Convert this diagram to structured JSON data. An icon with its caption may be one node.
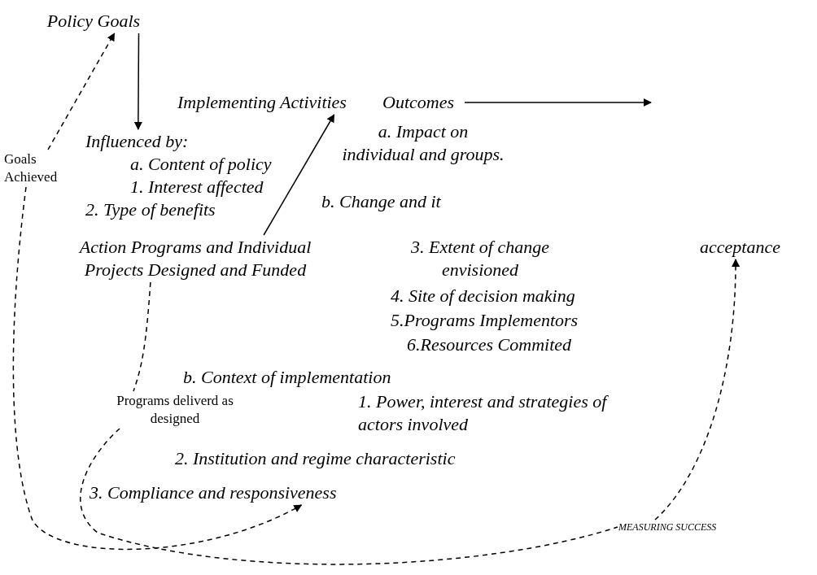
{
  "diagram": {
    "nodes": [
      {
        "text": [
          "Policy Goals"
        ]
      },
      {
        "text": [
          "Goals Achieved"
        ]
      },
      {
        "text": [
          "Influenced by:",
          "a. Content of policy",
          "1. Interest affected",
          "2. Type of benefits"
        ]
      },
      {
        "text": [
          "Implementing Activities"
        ]
      },
      {
        "text": [
          "Outcomes"
        ]
      },
      {
        "text": [
          "Action Programs and Individual Projects Designed and Funded"
        ]
      },
      {
        "text": [
          "acceptance"
        ]
      },
      {
        "text": [
          "Programs deliverd as designed"
        ]
      },
      {
        "text": [
          "3. Compliance and responsiveness"
        ]
      },
      {
        "text": [
          "MEASURING SUCCESS"
        ]
      }
    ],
    "edges": [
      {
        "from": 0,
        "to": 2,
        "arrow": "to"
      },
      {
        "from": 5,
        "to": 3,
        "arrow": "to"
      },
      {
        "from": 4,
        "to": null,
        "arrow": "to"
      },
      {
        "from": 1,
        "to": 0,
        "arrow": "to",
        "style": "dashed"
      },
      {
        "from": 1,
        "to": 8,
        "arrow": "to",
        "style": "dashed"
      },
      {
        "from": 5,
        "to": 7,
        "arrow": "none",
        "style": "dashed"
      },
      {
        "from": 7,
        "to": 9,
        "arrow": "none",
        "style": "dashed"
      },
      {
        "from": 9,
        "to": 6,
        "arrow": "to",
        "style": "dashed"
      }
    ],
    "labels": [
      "a. Impact on individual and groups.",
      "b. Change and it",
      "3. Extent of change envisioned",
      "4. Site of decision making",
      "5.Programs Implementors",
      "6.Resources Commited",
      "b. Context of implementation",
      "1. Power, interest and strategies of actors involved",
      "2. Institution and regime characteristic"
    ]
  }
}
